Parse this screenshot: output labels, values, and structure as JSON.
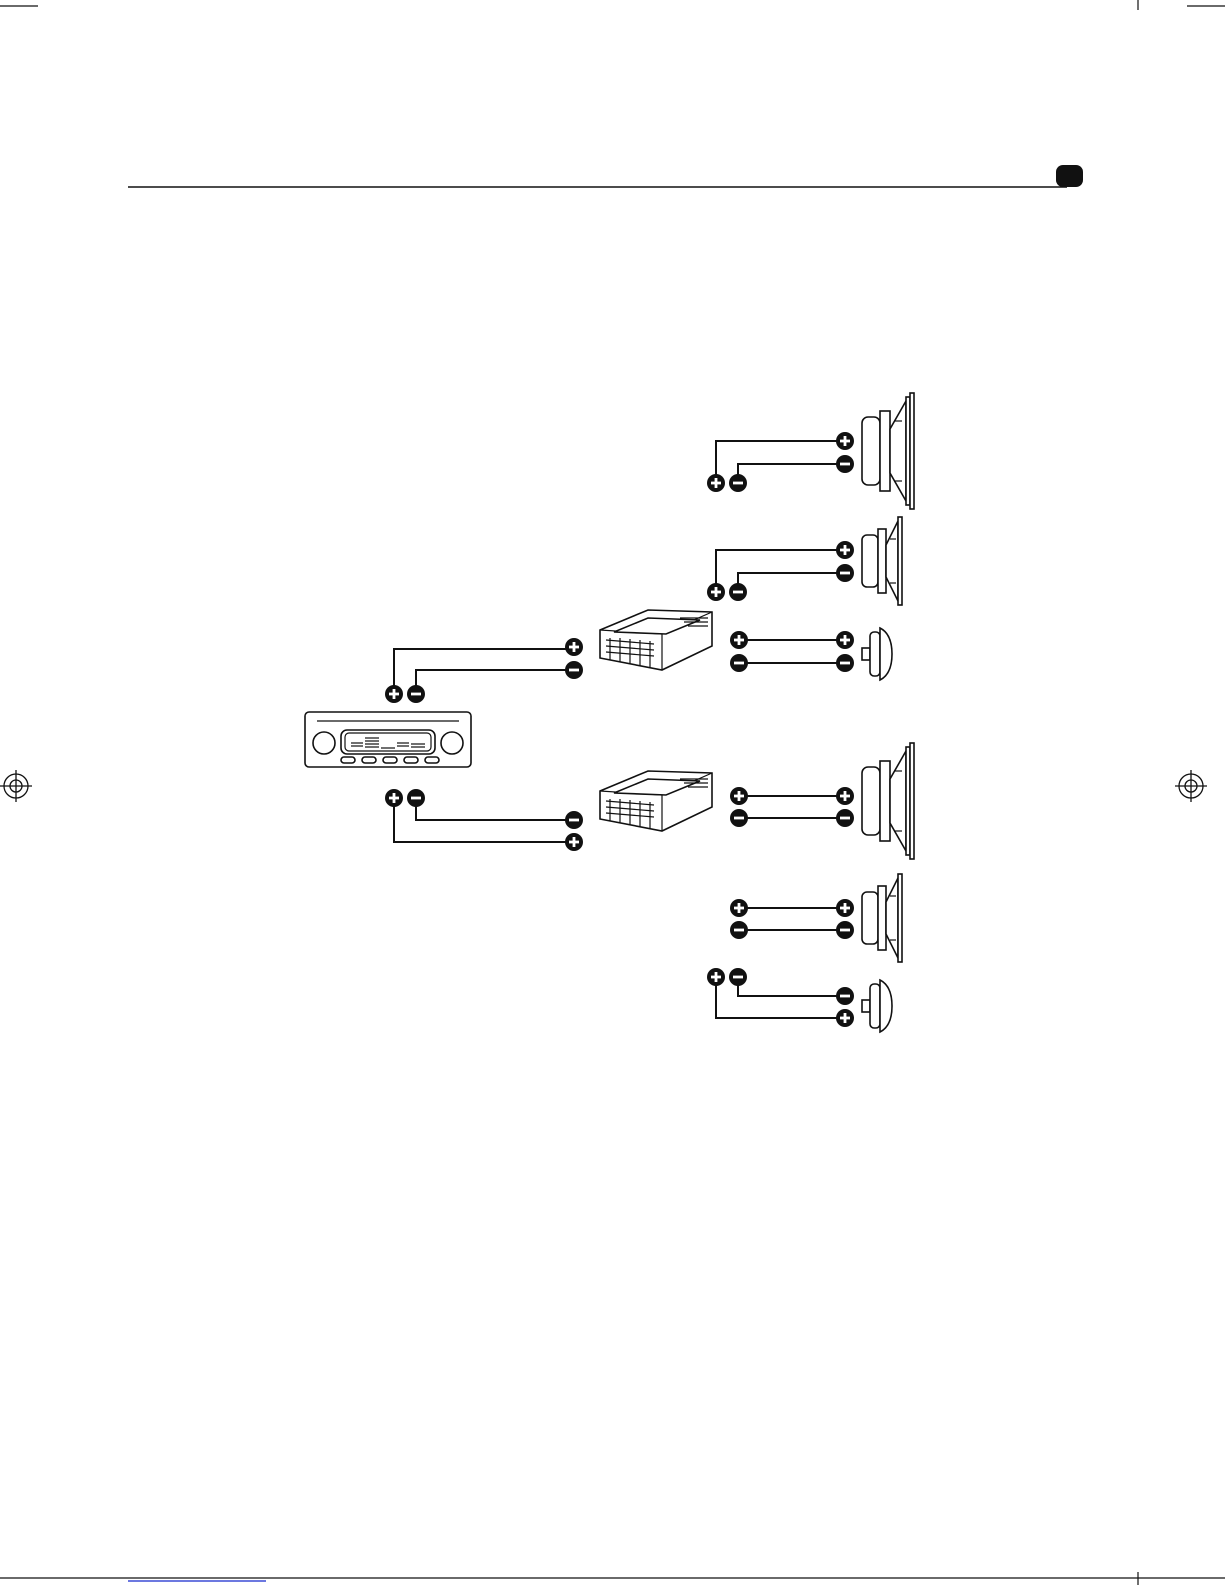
{
  "document": {
    "page_tab_color": "#111111",
    "footer_underline_color": "#3b4bd6"
  },
  "diagram": {
    "type": "speaker-wiring-diagram",
    "components": [
      {
        "id": "head-unit",
        "icon": "car-radio-icon"
      },
      {
        "id": "crossover-front",
        "icon": "crossover-icon"
      },
      {
        "id": "crossover-rear",
        "icon": "crossover-icon"
      },
      {
        "id": "woofer-large-front",
        "icon": "woofer-speaker-icon"
      },
      {
        "id": "woofer-small-front",
        "icon": "midrange-speaker-icon"
      },
      {
        "id": "tweeter-front",
        "icon": "tweeter-icon"
      },
      {
        "id": "woofer-large-rear",
        "icon": "woofer-speaker-icon"
      },
      {
        "id": "woofer-small-rear",
        "icon": "midrange-speaker-icon"
      },
      {
        "id": "tweeter-rear",
        "icon": "tweeter-icon"
      }
    ],
    "terminal_symbols": [
      "plus-terminal-icon",
      "minus-terminal-icon"
    ]
  }
}
